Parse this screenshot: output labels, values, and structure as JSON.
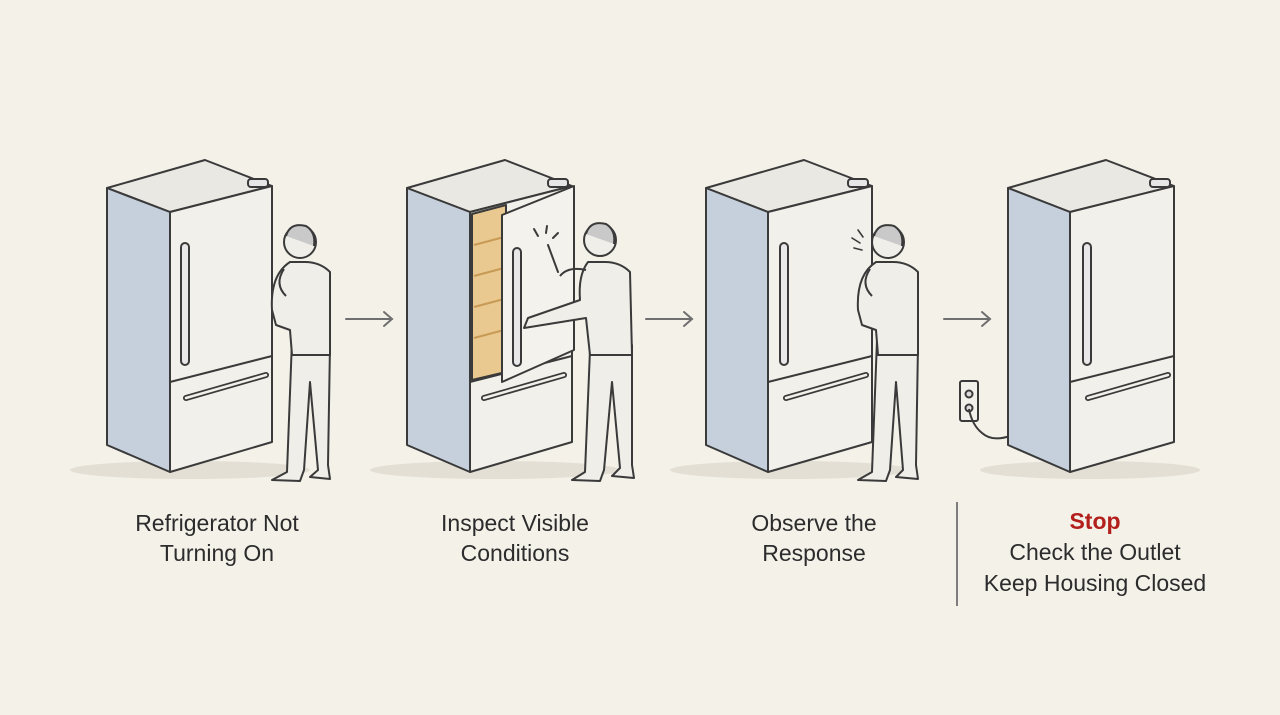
{
  "steps": [
    {
      "line1": "Refrigerator Not",
      "line2": "Turning On"
    },
    {
      "line1": "Inspect Visible",
      "line2": "Conditions"
    },
    {
      "line1": "Observe the",
      "line2": "Response"
    }
  ],
  "final_step": {
    "heading": "Stop",
    "line1": "Check the Outlet",
    "line2": "Keep Housing Closed"
  },
  "colors": {
    "background": "#f4f1e9",
    "fridge_side": "#c6d0dd",
    "fridge_front": "#f2f0ea",
    "fridge_interior": "#e9c98f",
    "outline": "#3a3a3a",
    "stop_text": "#b3201c"
  }
}
